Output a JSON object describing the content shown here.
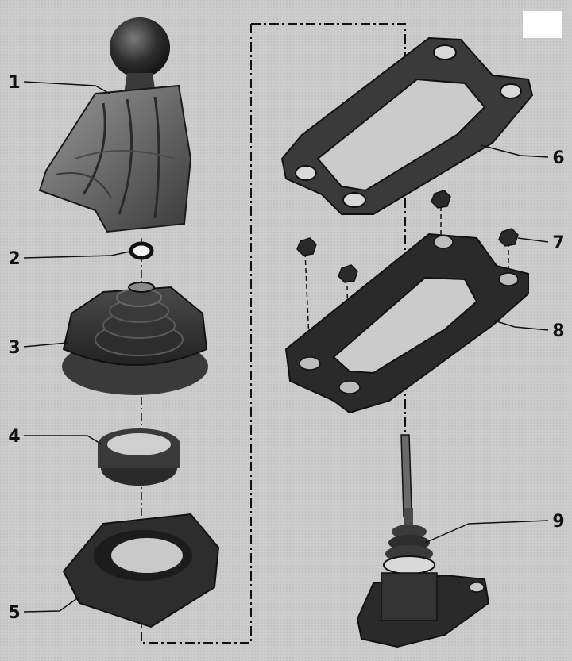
{
  "diagram": {
    "callouts": [
      {
        "number": "1",
        "part": "shift-knob-with-boot"
      },
      {
        "number": "2",
        "part": "clip"
      },
      {
        "number": "3",
        "part": "rubber-bellows-seal"
      },
      {
        "number": "4",
        "part": "ring"
      },
      {
        "number": "5",
        "part": "lower-boot-seal"
      },
      {
        "number": "6",
        "part": "gasket"
      },
      {
        "number": "7",
        "part": "nut"
      },
      {
        "number": "8",
        "part": "mounting-plate"
      },
      {
        "number": "9",
        "part": "shift-lever-housing"
      }
    ],
    "colors": {
      "background": "#c9c9c9",
      "part_dark": "#2a2a2a",
      "part_mid": "#5a5a5a",
      "part_light": "#8a8a8a",
      "line": "#111111"
    }
  }
}
